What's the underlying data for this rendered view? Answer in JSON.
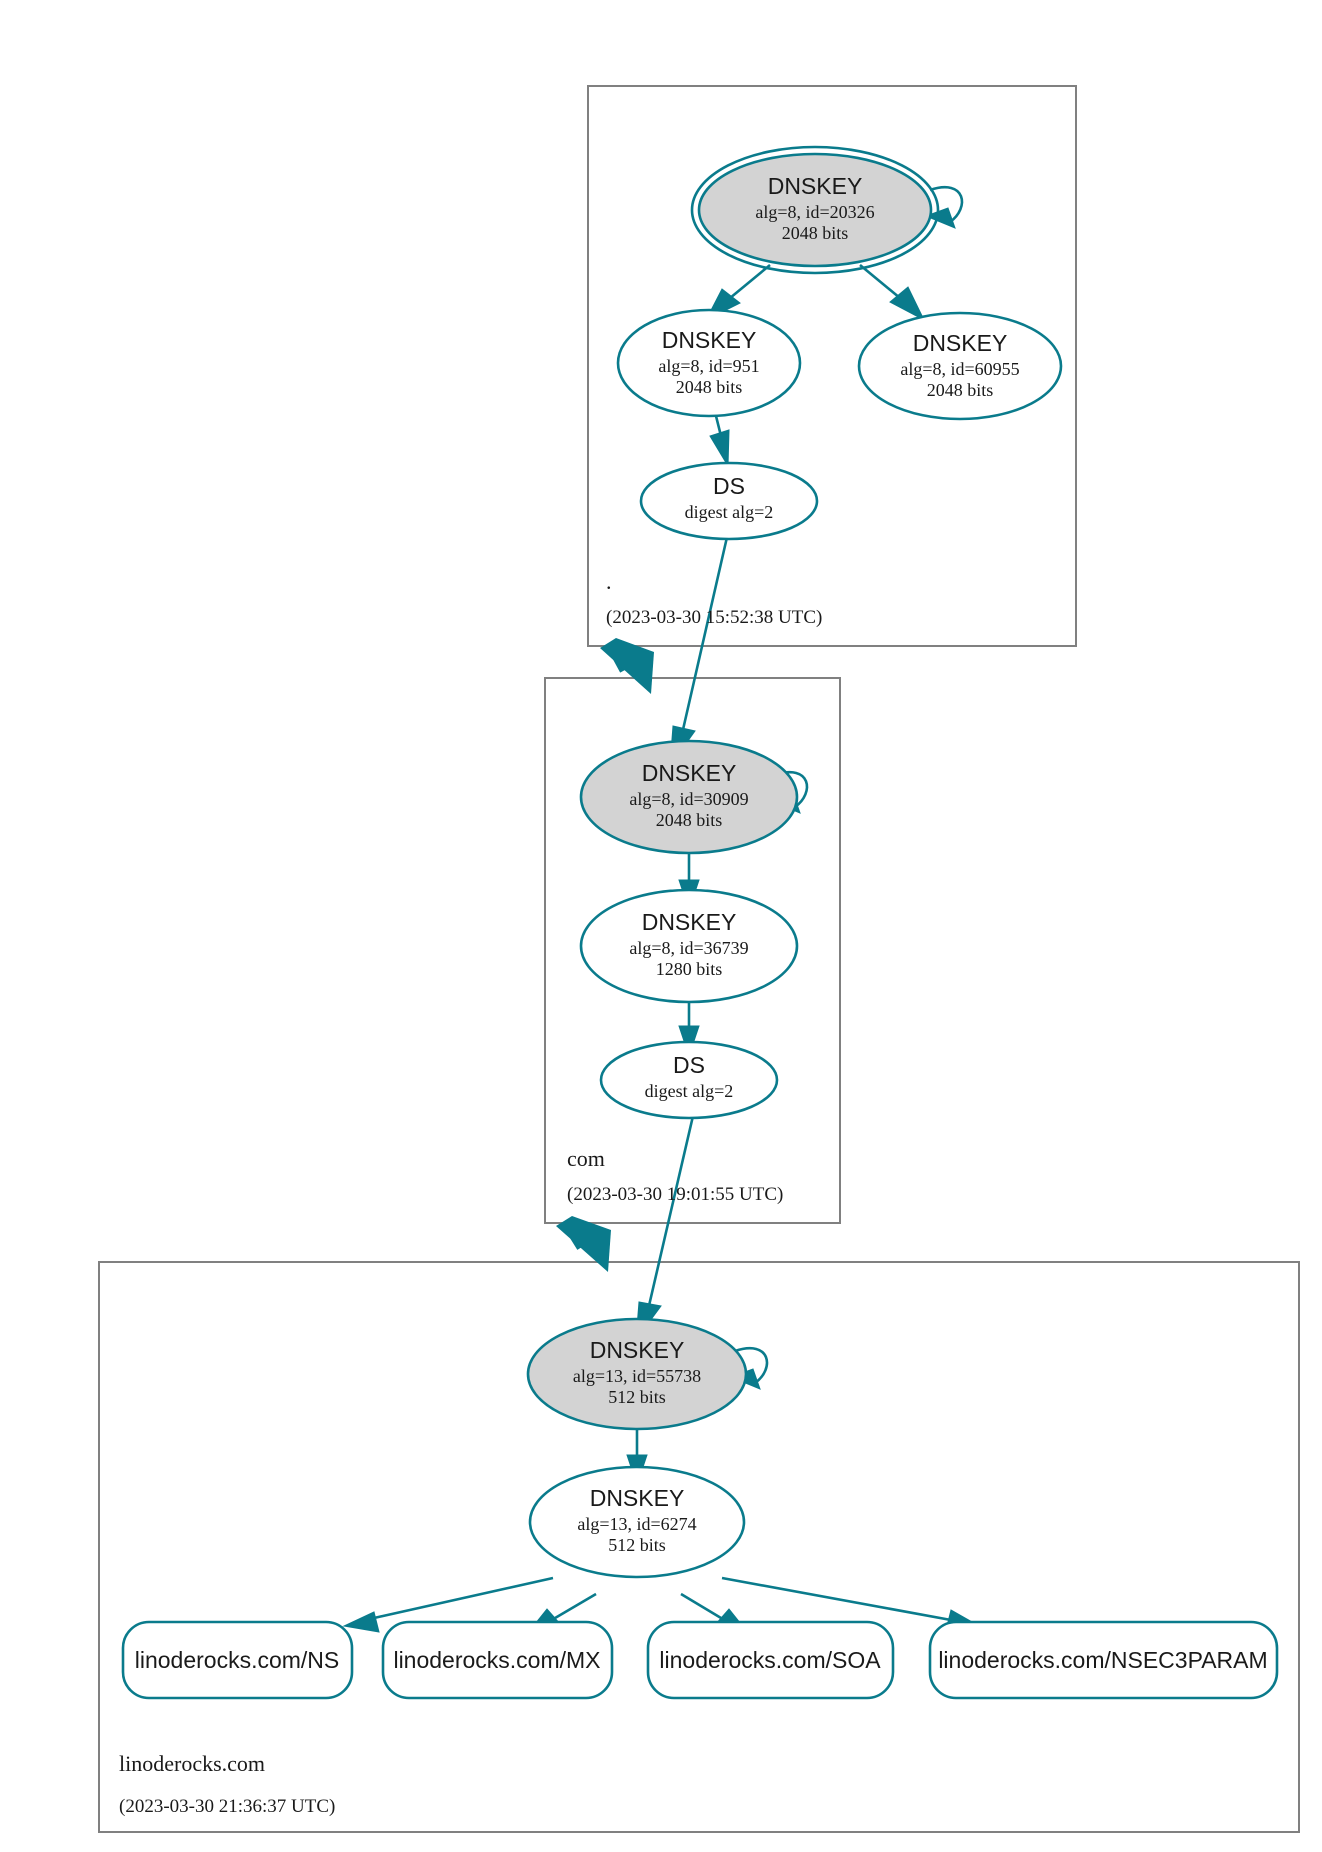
{
  "diagram": {
    "kind": "dnssec-authentication-chain",
    "colors": {
      "accent": "#0a7b8c",
      "ksk_fill": "#d3d3d3",
      "zsk_fill": "#ffffff",
      "zone_border": "#808080",
      "text": "#1a1a1a",
      "background": "#ffffff"
    }
  },
  "zones": [
    {
      "id": "root",
      "name": ".",
      "timestamp": "(2023-03-30 15:52:38 UTC)",
      "nodes": [
        {
          "id": "root-ksk",
          "type": "DNSKEY",
          "title": "DNSKEY",
          "line1": "alg=8, id=20326",
          "line2": "2048 bits",
          "alg": 8,
          "key_id": 20326,
          "bits": 2048,
          "role": "ksk",
          "trust_anchor": true,
          "self_signed": true
        },
        {
          "id": "root-zsk-951",
          "type": "DNSKEY",
          "title": "DNSKEY",
          "line1": "alg=8, id=951",
          "line2": "2048 bits",
          "alg": 8,
          "key_id": 951,
          "bits": 2048,
          "role": "zsk",
          "trust_anchor": false,
          "self_signed": false
        },
        {
          "id": "root-zsk-60955",
          "type": "DNSKEY",
          "title": "DNSKEY",
          "line1": "alg=8, id=60955",
          "line2": "2048 bits",
          "alg": 8,
          "key_id": 60955,
          "bits": 2048,
          "role": "zsk",
          "trust_anchor": false,
          "self_signed": false
        },
        {
          "id": "root-ds",
          "type": "DS",
          "title": "DS",
          "line1": "digest alg=2",
          "line2": "",
          "digest_alg": 2,
          "role": "ds"
        }
      ]
    },
    {
      "id": "com",
      "name": "com",
      "timestamp": "(2023-03-30 19:01:55 UTC)",
      "nodes": [
        {
          "id": "com-ksk",
          "type": "DNSKEY",
          "title": "DNSKEY",
          "line1": "alg=8, id=30909",
          "line2": "2048 bits",
          "alg": 8,
          "key_id": 30909,
          "bits": 2048,
          "role": "ksk",
          "trust_anchor": false,
          "self_signed": true
        },
        {
          "id": "com-zsk",
          "type": "DNSKEY",
          "title": "DNSKEY",
          "line1": "alg=8, id=36739",
          "line2": "1280 bits",
          "alg": 8,
          "key_id": 36739,
          "bits": 1280,
          "role": "zsk",
          "trust_anchor": false,
          "self_signed": false
        },
        {
          "id": "com-ds",
          "type": "DS",
          "title": "DS",
          "line1": "digest alg=2",
          "line2": "",
          "digest_alg": 2,
          "role": "ds"
        }
      ]
    },
    {
      "id": "linoderocks",
      "name": "linoderocks.com",
      "timestamp": "(2023-03-30 21:36:37 UTC)",
      "nodes": [
        {
          "id": "lr-ksk",
          "type": "DNSKEY",
          "title": "DNSKEY",
          "line1": "alg=13, id=55738",
          "line2": "512 bits",
          "alg": 13,
          "key_id": 55738,
          "bits": 512,
          "role": "ksk",
          "trust_anchor": false,
          "self_signed": true
        },
        {
          "id": "lr-zsk",
          "type": "DNSKEY",
          "title": "DNSKEY",
          "line1": "alg=13, id=6274",
          "line2": "512 bits",
          "alg": 13,
          "key_id": 6274,
          "bits": 512,
          "role": "zsk",
          "trust_anchor": false,
          "self_signed": false
        }
      ],
      "rrsets": [
        {
          "id": "rr-ns",
          "label": "linoderocks.com/NS"
        },
        {
          "id": "rr-mx",
          "label": "linoderocks.com/MX"
        },
        {
          "id": "rr-soa",
          "label": "linoderocks.com/SOA"
        },
        {
          "id": "rr-nsec3param",
          "label": "linoderocks.com/NSEC3PARAM"
        }
      ]
    }
  ]
}
